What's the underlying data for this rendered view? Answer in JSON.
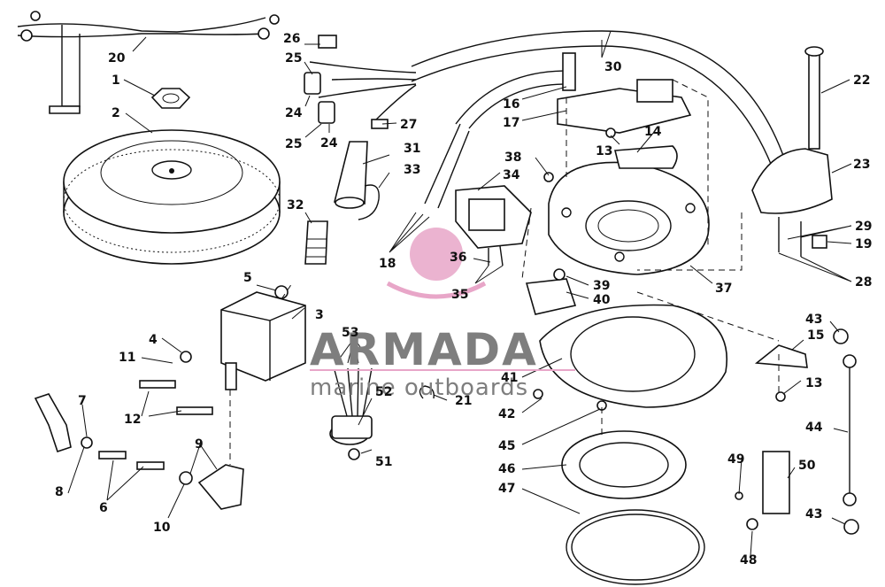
{
  "watermark": {
    "brand": "ARMADA",
    "tagline": "marine outboards",
    "accent_color": "#e8a6c8",
    "text_color": "#7e7e7e"
  },
  "callouts": [
    {
      "id": "l1",
      "text": "1"
    },
    {
      "id": "l2",
      "text": "2"
    },
    {
      "id": "l3",
      "text": "3"
    },
    {
      "id": "l4",
      "text": "4"
    },
    {
      "id": "l5",
      "text": "5"
    },
    {
      "id": "l6",
      "text": "6"
    },
    {
      "id": "l7",
      "text": "7"
    },
    {
      "id": "l8",
      "text": "8"
    },
    {
      "id": "l9",
      "text": "9"
    },
    {
      "id": "l10",
      "text": "10"
    },
    {
      "id": "l11",
      "text": "11"
    },
    {
      "id": "l12",
      "text": "12"
    },
    {
      "id": "l13a",
      "text": "13"
    },
    {
      "id": "l13b",
      "text": "13"
    },
    {
      "id": "l14",
      "text": "14"
    },
    {
      "id": "l15",
      "text": "15"
    },
    {
      "id": "l16",
      "text": "16"
    },
    {
      "id": "l17",
      "text": "17"
    },
    {
      "id": "l18",
      "text": "18"
    },
    {
      "id": "l19",
      "text": "19"
    },
    {
      "id": "l20",
      "text": "20"
    },
    {
      "id": "l21",
      "text": "21"
    },
    {
      "id": "l22",
      "text": "22"
    },
    {
      "id": "l23",
      "text": "23"
    },
    {
      "id": "l24a",
      "text": "24"
    },
    {
      "id": "l24b",
      "text": "24"
    },
    {
      "id": "l25a",
      "text": "25"
    },
    {
      "id": "l25b",
      "text": "25"
    },
    {
      "id": "l26",
      "text": "26"
    },
    {
      "id": "l27",
      "text": "27"
    },
    {
      "id": "l28",
      "text": "28"
    },
    {
      "id": "l29",
      "text": "29"
    },
    {
      "id": "l30",
      "text": "30"
    },
    {
      "id": "l31",
      "text": "31"
    },
    {
      "id": "l32",
      "text": "32"
    },
    {
      "id": "l33",
      "text": "33"
    },
    {
      "id": "l34",
      "text": "34"
    },
    {
      "id": "l35",
      "text": "35"
    },
    {
      "id": "l36",
      "text": "36"
    },
    {
      "id": "l37",
      "text": "37"
    },
    {
      "id": "l38",
      "text": "38"
    },
    {
      "id": "l39",
      "text": "39"
    },
    {
      "id": "l40",
      "text": "40"
    },
    {
      "id": "l41",
      "text": "41"
    },
    {
      "id": "l42",
      "text": "42"
    },
    {
      "id": "l43a",
      "text": "43"
    },
    {
      "id": "l43b",
      "text": "43"
    },
    {
      "id": "l44",
      "text": "44"
    },
    {
      "id": "l45",
      "text": "45"
    },
    {
      "id": "l46",
      "text": "46"
    },
    {
      "id": "l47",
      "text": "47"
    },
    {
      "id": "l48",
      "text": "48"
    },
    {
      "id": "l49",
      "text": "49"
    },
    {
      "id": "l50",
      "text": "50"
    },
    {
      "id": "l51",
      "text": "51"
    },
    {
      "id": "l52",
      "text": "52"
    },
    {
      "id": "l53",
      "text": "53"
    }
  ]
}
